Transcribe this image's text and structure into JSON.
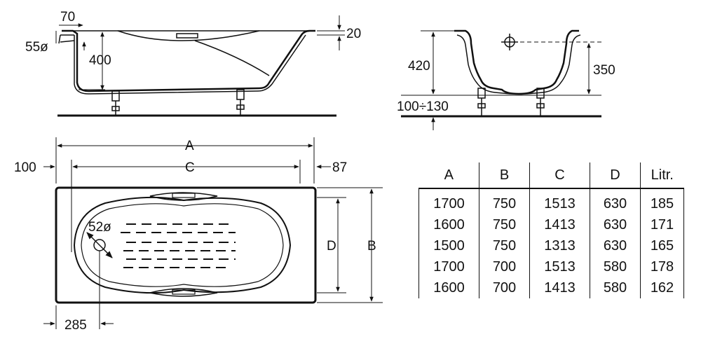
{
  "side_view": {
    "dims": [
      "70",
      "55ø",
      "400",
      "20"
    ]
  },
  "end_view": {
    "dims": [
      "420",
      "350",
      "100÷130"
    ]
  },
  "plan_view": {
    "dims": [
      "A",
      "C",
      "100",
      "87",
      "D",
      "B",
      "52ø",
      "285"
    ]
  },
  "table": {
    "headers": [
      "A",
      "B",
      "C",
      "D",
      "Litr."
    ],
    "rows": [
      [
        "1700",
        "750",
        "1513",
        "630",
        "185"
      ],
      [
        "1600",
        "750",
        "1413",
        "630",
        "171"
      ],
      [
        "1500",
        "750",
        "1313",
        "630",
        "165"
      ],
      [
        "1700",
        "700",
        "1513",
        "580",
        "178"
      ],
      [
        "1600",
        "700",
        "1413",
        "580",
        "162"
      ]
    ]
  }
}
